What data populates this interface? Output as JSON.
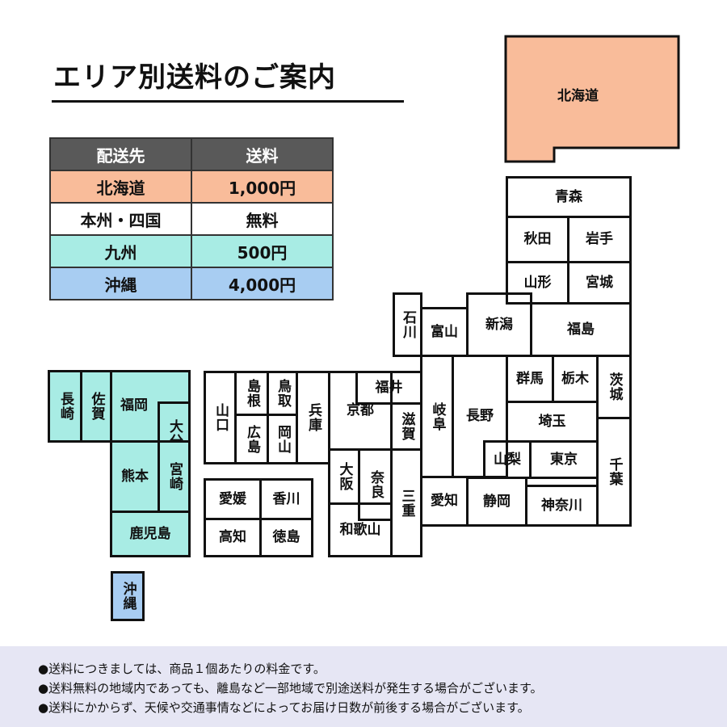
{
  "title": "エリア別送料のご案内",
  "table": {
    "headers": [
      "配送先",
      "送料"
    ],
    "rows": [
      {
        "area": "北海道",
        "fee": "1,000円",
        "color": "#f9bc9a"
      },
      {
        "area": "本州・四国",
        "fee": "無料",
        "color": "#ffffff"
      },
      {
        "area": "九州",
        "fee": "500円",
        "color": "#a8ece4"
      },
      {
        "area": "沖縄",
        "fee": "4,000円",
        "color": "#a8cdf2"
      }
    ]
  },
  "colors": {
    "hokkaido": "#f9bc9a",
    "kyushu": "#a8ece4",
    "okinawa": "#a8cdf2",
    "footer": "#e6e6f4"
  },
  "prefectures": {
    "hokkaido": "北海道",
    "aomori": "青森",
    "akita": "秋田",
    "iwate": "岩手",
    "yamagata": "山形",
    "miyagi": "宮城",
    "ishikawa": "石川",
    "toyama": "富山",
    "niigata": "新潟",
    "fukushima": "福島",
    "gunma": "群馬",
    "tochigi": "栃木",
    "ibaraki": "茨城",
    "saitama": "埼玉",
    "yamanashi": "山梨",
    "tokyo": "東京",
    "chiba": "千葉",
    "kanagawa": "神奈川",
    "shizuoka": "静岡",
    "nagano": "長野",
    "gifu": "岐阜",
    "aichi": "愛知",
    "fukui": "福井",
    "shiga": "滋賀",
    "kyoto": "京都",
    "mie": "三重",
    "osaka": "大阪",
    "nara": "奈良",
    "wakayama": "和歌山",
    "hyogo": "兵庫",
    "shimane": "島根",
    "tottori": "鳥取",
    "hiroshima": "広島",
    "okayama": "岡山",
    "yamaguchi": "山口",
    "ehime": "愛媛",
    "kagawa": "香川",
    "kochi": "高知",
    "tokushima": "徳島",
    "nagasaki": "長崎",
    "saga": "佐賀",
    "fukuoka": "福岡",
    "oita": "大分",
    "kumamoto": "熊本",
    "miyazaki": "宮崎",
    "kagoshima": "鹿児島",
    "okinawa": "沖縄"
  },
  "notes": [
    "●送料につきましては、商品１個あたりの料金です。",
    "●送料無料の地域内であっても、離島など一部地域で別途送料が発生する場合がございます。",
    "●送料にかからず、天候や交通事情などによってお届け日数が前後する場合がございます。"
  ]
}
